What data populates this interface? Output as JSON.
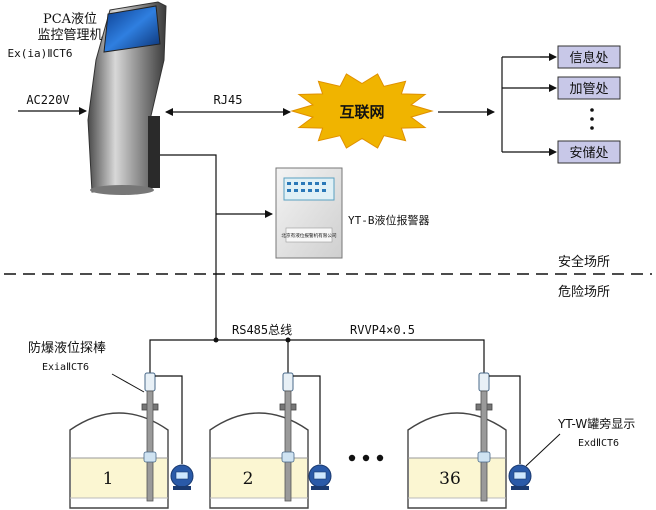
{
  "terminal": {
    "title_line1": "PCA液位",
    "title_line2": "监控管理机",
    "title_line3": "Ex(ia)ⅡCT6",
    "power_label": "AC220V"
  },
  "network": {
    "link_label": "RJ45",
    "internet_label": "互联网",
    "departments": [
      "信息处",
      "加管处",
      "安储处"
    ]
  },
  "alarm": {
    "label": "YT-B液位报警器",
    "nameplate": "北京有液位报警机有限公司"
  },
  "zones": {
    "safe": "安全场所",
    "hazard": "危险场所"
  },
  "bus": {
    "protocol_label": "RS485总线",
    "cable_label": "RVVP4×0.5"
  },
  "probe": {
    "label": "防爆液位探棒",
    "rating": "ExiaⅡCT6"
  },
  "display": {
    "label": "YT-W罐旁显示",
    "rating": "ExdⅡCT6"
  },
  "tanks": [
    {
      "number": "1"
    },
    {
      "number": "2"
    },
    {
      "number": "36"
    }
  ],
  "colors": {
    "internet_burst": "#f0b400",
    "department_box": "#c8c8e8",
    "liquid": "#fbf6d2",
    "tank_fill": "#ffffff",
    "display_unit": "#2a5aa8"
  }
}
